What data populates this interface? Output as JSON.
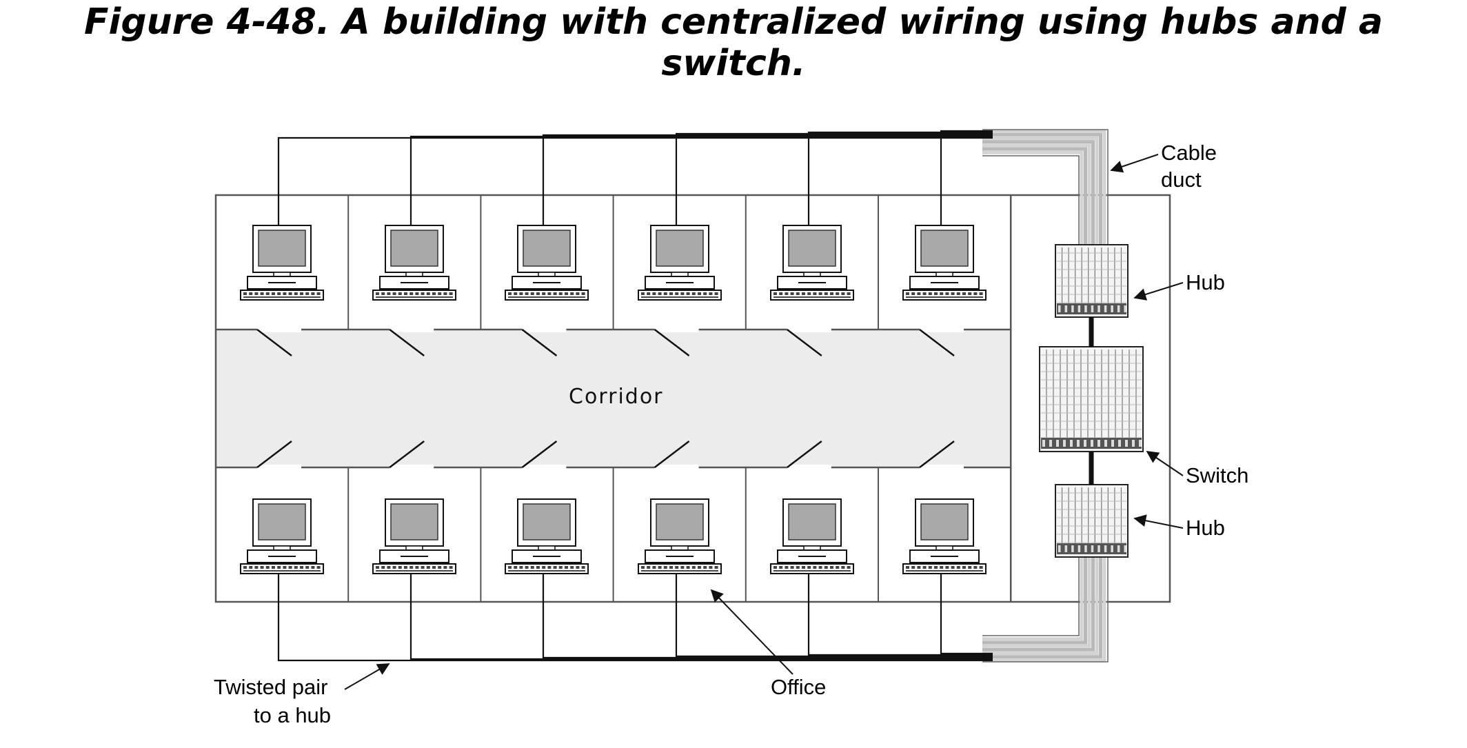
{
  "caption": {
    "line1": "Figure 4-48. A building with centralized wiring using hubs and a",
    "line2": "switch."
  },
  "labels": {
    "corridor": "Corridor",
    "cable_duct_1": "Cable",
    "cable_duct_2": "duct",
    "hub_top": "Hub",
    "switch": "Switch",
    "hub_bottom": "Hub",
    "twisted_pair_1": "Twisted pair",
    "twisted_pair_2": "to a hub",
    "office": "Office"
  },
  "offices": {
    "top_row_count": 6,
    "bottom_row_count": 6
  },
  "colors": {
    "line": "#111111",
    "corridor": "#ececec",
    "monitor_screen": "#a9a9a9",
    "duct": "#c9c9c9"
  }
}
